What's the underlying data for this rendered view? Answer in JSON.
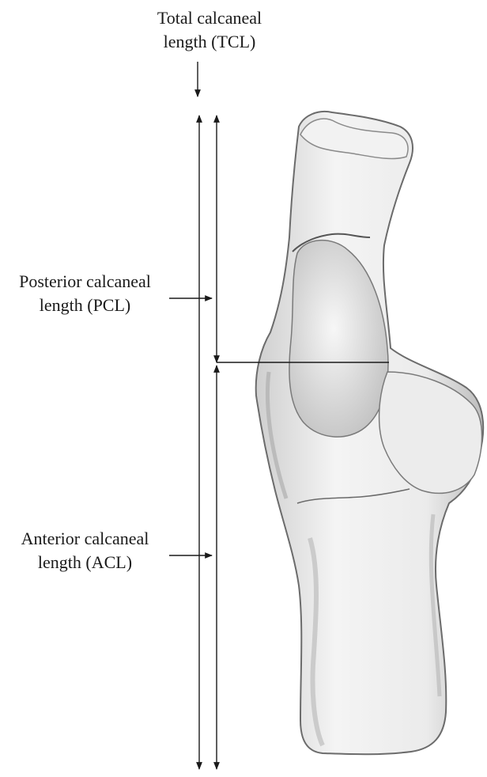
{
  "labels": {
    "tcl": {
      "line1": "Total calcaneal",
      "line2": "length (TCL)"
    },
    "pcl": {
      "line1": "Posterior calcaneal",
      "line2": "length (PCL)"
    },
    "acl": {
      "line1": "Anterior calcaneal",
      "line2": "length (ACL)"
    }
  },
  "colors": {
    "line": "#1a1a1a",
    "bone_fill": "#efefef",
    "bone_shadow": "#c9c9c9",
    "bone_outline": "#6b6b6b"
  },
  "figure": {
    "subject": "calcaneus-drawing"
  }
}
